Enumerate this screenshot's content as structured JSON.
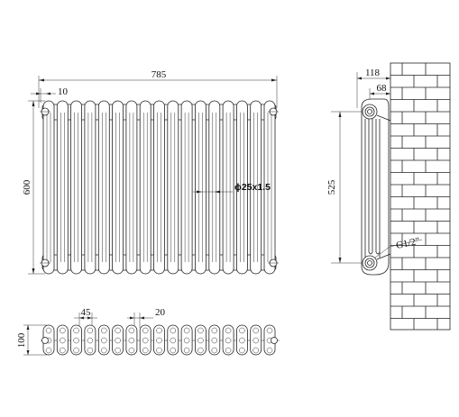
{
  "front_view": {
    "width_label": "785",
    "height_label": "600",
    "gap_label": "10",
    "tube_label": "ϕ25x1.5",
    "column_count": 17
  },
  "top_view": {
    "depth_label": "100",
    "pitch_label": "45",
    "gap_label": "20",
    "column_count": 17
  },
  "side_view": {
    "projection_label": "118",
    "wall_gap_label": "68",
    "centers_label": "525",
    "thread_label": "G1/2\""
  },
  "colors": {
    "line": "#222222",
    "background": "#ffffff"
  }
}
